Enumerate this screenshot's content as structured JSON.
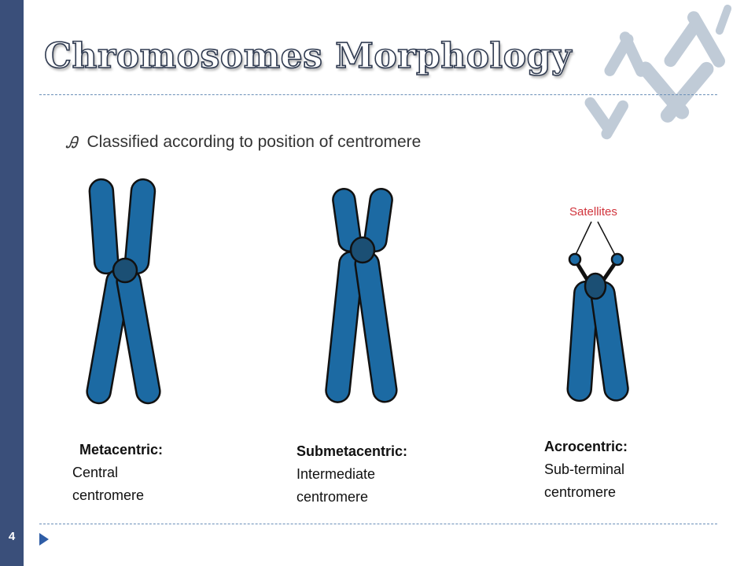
{
  "slide": {
    "title": "Chromosomes Morphology",
    "number": "4"
  },
  "bullets": [
    {
      "text": "Classified according to position of centromere"
    }
  ],
  "chromosomes": [
    {
      "type": "Metacentric:",
      "description": "Central centromere"
    },
    {
      "type": "Submetacentric:",
      "description": "Intermediate centromere"
    },
    {
      "type": "Acrocentric:",
      "description": "Sub-terminal centromere"
    }
  ],
  "annotations": {
    "satellites": "Satellites"
  },
  "colors": {
    "sidebar": "#3a4f7a",
    "chromatid": "#1c6aa3",
    "centromere": "#1b4f74",
    "divider": "#6a8fb8",
    "satellites_label": "#d1343c"
  }
}
